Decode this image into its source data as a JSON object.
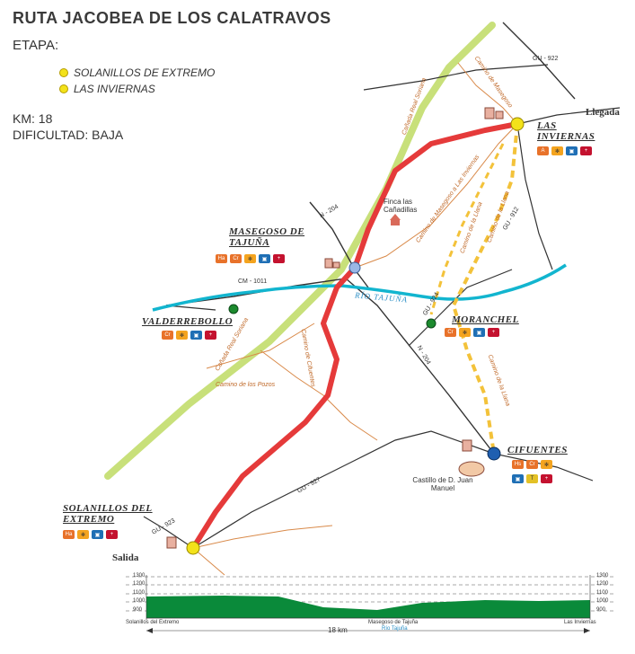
{
  "header": {
    "title": "RUTA JACOBEA DE LOS CALATRAVOS",
    "etapa_label": "ETAPA:",
    "legend": [
      "SOLANILLOS DE EXTREMO",
      "LAS INVIERNAS"
    ],
    "km": "KM: 18",
    "dificultad": "DIFICULTAD: BAJA"
  },
  "map": {
    "towns": {
      "las_inviernas": "LAS INVIERNAS",
      "masegoso": "MASEGOSO DE TAJUÑA",
      "valderrebollo": "VALDERREBOLLO",
      "moranchel": "MORANCHEL",
      "cifuentes": "CIFUENTES",
      "solanillos": "SOLANILLOS DEL EXTREMO"
    },
    "labels": {
      "llegada": "Llegada",
      "salida": "Salida",
      "finca": "Finca las Cañadillas",
      "castillo": "Castillo de D. Juan Manuel",
      "river": "RÍO TAJUÑA"
    },
    "roads": [
      "GU - 922",
      "N - 204",
      "CM - 1011",
      "GU - 924",
      "GU - 923",
      "GU - 927",
      "GU - 912",
      "N - 204"
    ],
    "paths": [
      "Camino de Masegoso",
      "Camino de Masegoso a Las Inviernas",
      "Camino de la Llana",
      "Camino de la Llana",
      "Camino de la Llana",
      "Cañada Real Soriana",
      "Camino de los Pozos",
      "Camino de Cifuentes",
      "Cañada Real Soriana"
    ],
    "colors": {
      "route": "#e53a3a",
      "canada": "#c8e07a",
      "river": "#12b5cf",
      "roads": "#333333",
      "paths": "#d98a4a",
      "alt_route": "#f3c23a",
      "profile_fill": "#0a8a3a"
    }
  },
  "profile": {
    "altitudes": [
      "1300",
      "1200",
      "1100",
      "1000",
      "900"
    ],
    "towns": [
      "Solanillos del Extremo",
      "Masegoso de Tajuña",
      "Las Inviernas"
    ],
    "river": "Río Tajuña",
    "distance": "18 km"
  }
}
